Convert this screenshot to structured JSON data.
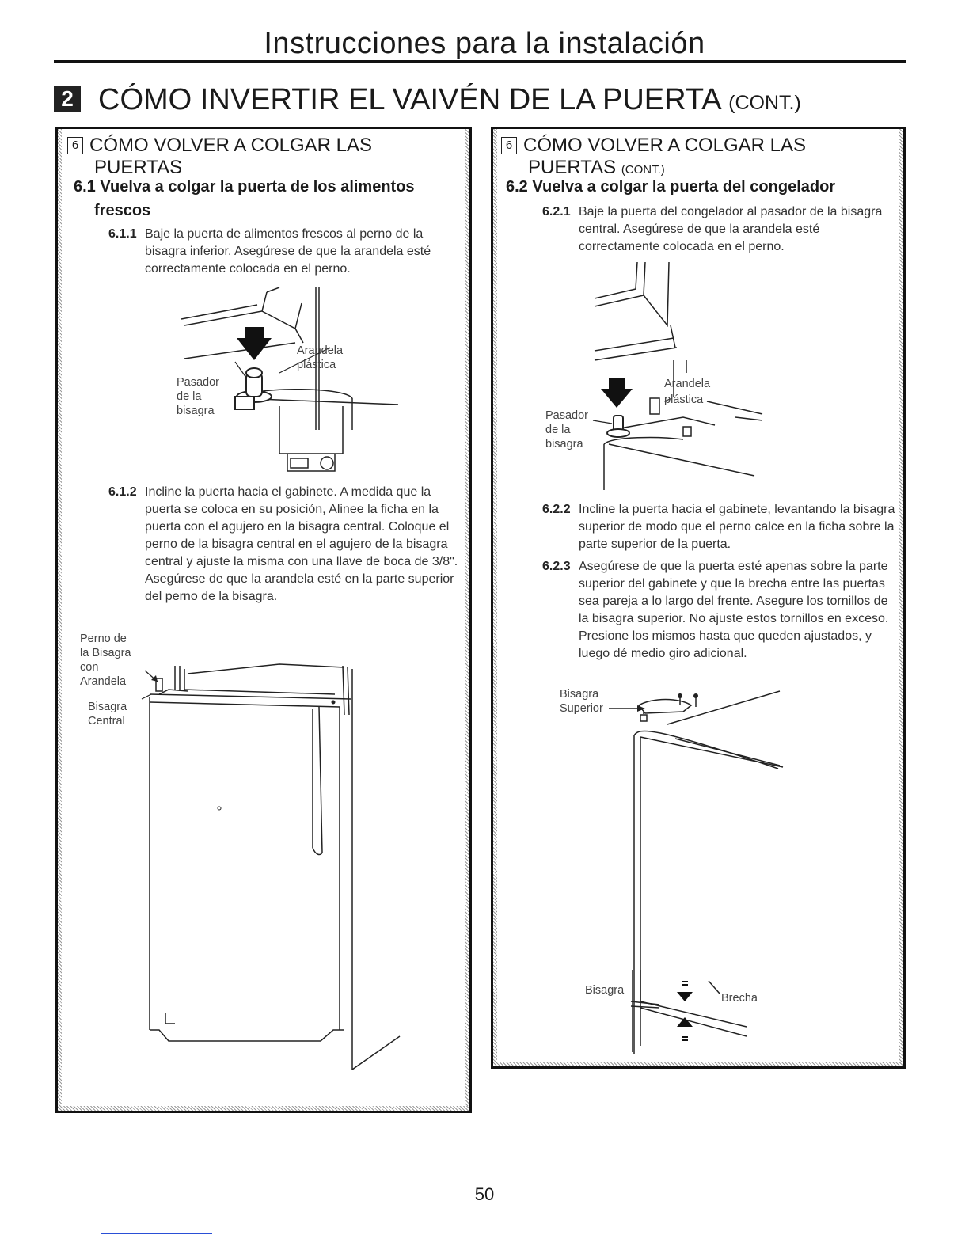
{
  "header": {
    "title": "Instrucciones para la instalación"
  },
  "section": {
    "number": "2",
    "title": "CÓMO INVERTIR EL VAIVÉN DE LA PUERTA",
    "suffix": "(CONT.)"
  },
  "left_panel": {
    "step_number": "6",
    "heading_line1": "CÓMO VOLVER A COLGAR LAS",
    "heading_line2": "PUERTAS",
    "sub_number": "6.1",
    "sub_line1": "Vuelva a colgar la puerta de los alimentos",
    "sub_line2": "frescos",
    "steps": [
      {
        "num": "6.1.1",
        "text": "Baje la puerta de alimentos frescos al perno de la bisagra inferior. Asegúrese de que la arandela esté correctamente colocada en el perno."
      },
      {
        "num": "6.1.2",
        "text": "Incline la puerta hacia el gabinete. A medida que la puerta se coloca en su posición, Alinee la ficha en la puerta con el agujero en la bisagra central. Coloque el perno de la bisagra central en el agujero de la bisagra central y ajuste la misma con una llave de boca de 3/8\". Asegúrese de que la arandela esté en la parte superior del perno de la bisagra."
      }
    ],
    "figure1_labels": {
      "washer_line1": "Arandela",
      "washer_line2": "plástica",
      "pin_line1": "Pasador",
      "pin_line2": "de la",
      "pin_line3": "bisagra"
    },
    "figure2_labels": {
      "pin_line1": "Perno de",
      "pin_line2": "la Bisagra",
      "pin_line3": "con",
      "pin_line4": "Arandela",
      "hinge_line1": "Bisagra",
      "hinge_line2": "Central"
    }
  },
  "right_panel": {
    "step_number": "6",
    "heading_line1": "CÓMO VOLVER A COLGAR LAS",
    "heading_line2": "PUERTAS",
    "heading_suffix": "(CONT.)",
    "sub_number": "6.2",
    "sub_line1": "Vuelva a colgar la puerta del congelador",
    "steps": [
      {
        "num": "6.2.1",
        "text": "Baje la puerta del congelador al pasador de la bisagra central. Asegúrese de que la arandela esté correctamente colocada en el perno."
      },
      {
        "num": "6.2.2",
        "text": "Incline la puerta hacia el gabinete, levantando la bisagra superior de modo que el perno calce en la ficha sobre la parte superior de la puerta."
      },
      {
        "num": "6.2.3",
        "text": "Asegúrese de que la puerta esté apenas sobre la parte superior del gabinete y que la brecha entre las puertas sea pareja a lo largo del frente. Asegure los tornillos de la bisagra superior. No ajuste estos tornillos en exceso. Presione los mismos hasta que queden ajustados, y luego dé medio giro adicional."
      }
    ],
    "figure1_labels": {
      "washer_line1": "Arandela",
      "washer_line2": "plástica",
      "pin_line1": "Pasador",
      "pin_line2": "de la",
      "pin_line3": "bisagra"
    },
    "figure2_labels": {
      "hinge_line1": "Bisagra",
      "hinge_line2": "Superior"
    },
    "figure3_labels": {
      "hinge": "Bisagra",
      "gap": "Brecha"
    }
  },
  "footer": {
    "page_number": "50"
  }
}
